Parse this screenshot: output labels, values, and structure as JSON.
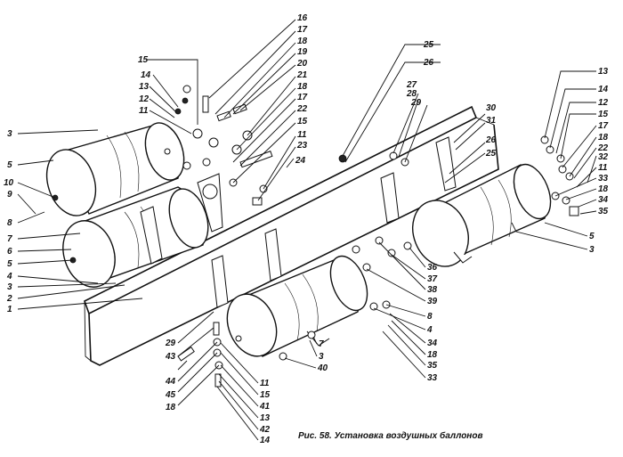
{
  "caption": "Рис. 58. Установка воздушных баллонов",
  "callouts": [
    {
      "id": "c16a",
      "text": "16"
    },
    {
      "id": "c17a",
      "text": "17"
    },
    {
      "id": "c18a",
      "text": "18"
    },
    {
      "id": "c19",
      "text": "19"
    },
    {
      "id": "c20",
      "text": "20"
    },
    {
      "id": "c21",
      "text": "21"
    },
    {
      "id": "c18b",
      "text": "18"
    },
    {
      "id": "c17b",
      "text": "17"
    },
    {
      "id": "c22a",
      "text": "22"
    },
    {
      "id": "c15a",
      "text": "15"
    },
    {
      "id": "c11a",
      "text": "11"
    },
    {
      "id": "c23",
      "text": "23"
    },
    {
      "id": "c24",
      "text": "24"
    },
    {
      "id": "c15b",
      "text": "15"
    },
    {
      "id": "c14a",
      "text": "14"
    },
    {
      "id": "c13a",
      "text": "13"
    },
    {
      "id": "c12a",
      "text": "12"
    },
    {
      "id": "c11b",
      "text": "11"
    },
    {
      "id": "c3a",
      "text": "3"
    },
    {
      "id": "c5a",
      "text": "5"
    },
    {
      "id": "c10",
      "text": "10"
    },
    {
      "id": "c9",
      "text": "9"
    },
    {
      "id": "c8a",
      "text": "8"
    },
    {
      "id": "c7a",
      "text": "7"
    },
    {
      "id": "c6",
      "text": "6"
    },
    {
      "id": "c5b",
      "text": "5"
    },
    {
      "id": "c4a",
      "text": "4"
    },
    {
      "id": "c3b",
      "text": "3"
    },
    {
      "id": "c2",
      "text": "2"
    },
    {
      "id": "c1",
      "text": "1"
    },
    {
      "id": "c25a",
      "text": "25"
    },
    {
      "id": "c26a",
      "text": "26"
    },
    {
      "id": "c27",
      "text": "27"
    },
    {
      "id": "c28",
      "text": "28"
    },
    {
      "id": "c29a",
      "text": "29"
    },
    {
      "id": "c30",
      "text": "30"
    },
    {
      "id": "c31",
      "text": "31"
    },
    {
      "id": "c26b",
      "text": "26"
    },
    {
      "id": "c25b",
      "text": "25"
    },
    {
      "id": "c13b",
      "text": "13"
    },
    {
      "id": "c14b",
      "text": "14"
    },
    {
      "id": "c12b",
      "text": "12"
    },
    {
      "id": "c15c",
      "text": "15"
    },
    {
      "id": "c17c",
      "text": "17"
    },
    {
      "id": "c18c",
      "text": "18"
    },
    {
      "id": "c22b",
      "text": "22"
    },
    {
      "id": "c32",
      "text": "32"
    },
    {
      "id": "c11c",
      "text": "11"
    },
    {
      "id": "c33a",
      "text": "33"
    },
    {
      "id": "c18d",
      "text": "18"
    },
    {
      "id": "c34a",
      "text": "34"
    },
    {
      "id": "c35a",
      "text": "35"
    },
    {
      "id": "c5c",
      "text": "5"
    },
    {
      "id": "c3c",
      "text": "3"
    },
    {
      "id": "c36",
      "text": "36"
    },
    {
      "id": "c37",
      "text": "37"
    },
    {
      "id": "c38",
      "text": "38"
    },
    {
      "id": "c39",
      "text": "39"
    },
    {
      "id": "c8b",
      "text": "8"
    },
    {
      "id": "c4b",
      "text": "4"
    },
    {
      "id": "c34b",
      "text": "34"
    },
    {
      "id": "c18e",
      "text": "18"
    },
    {
      "id": "c35b",
      "text": "35"
    },
    {
      "id": "c33b",
      "text": "33"
    },
    {
      "id": "c7b",
      "text": "7"
    },
    {
      "id": "c3d",
      "text": "3"
    },
    {
      "id": "c40",
      "text": "40"
    },
    {
      "id": "c29b",
      "text": "29"
    },
    {
      "id": "c43",
      "text": "43"
    },
    {
      "id": "c44",
      "text": "44"
    },
    {
      "id": "c45",
      "text": "45"
    },
    {
      "id": "c18f",
      "text": "18"
    },
    {
      "id": "c11d",
      "text": "11"
    },
    {
      "id": "c15d",
      "text": "15"
    },
    {
      "id": "c41",
      "text": "41"
    },
    {
      "id": "c13c",
      "text": "13"
    },
    {
      "id": "c42",
      "text": "42"
    },
    {
      "id": "c14c",
      "text": "14"
    }
  ]
}
